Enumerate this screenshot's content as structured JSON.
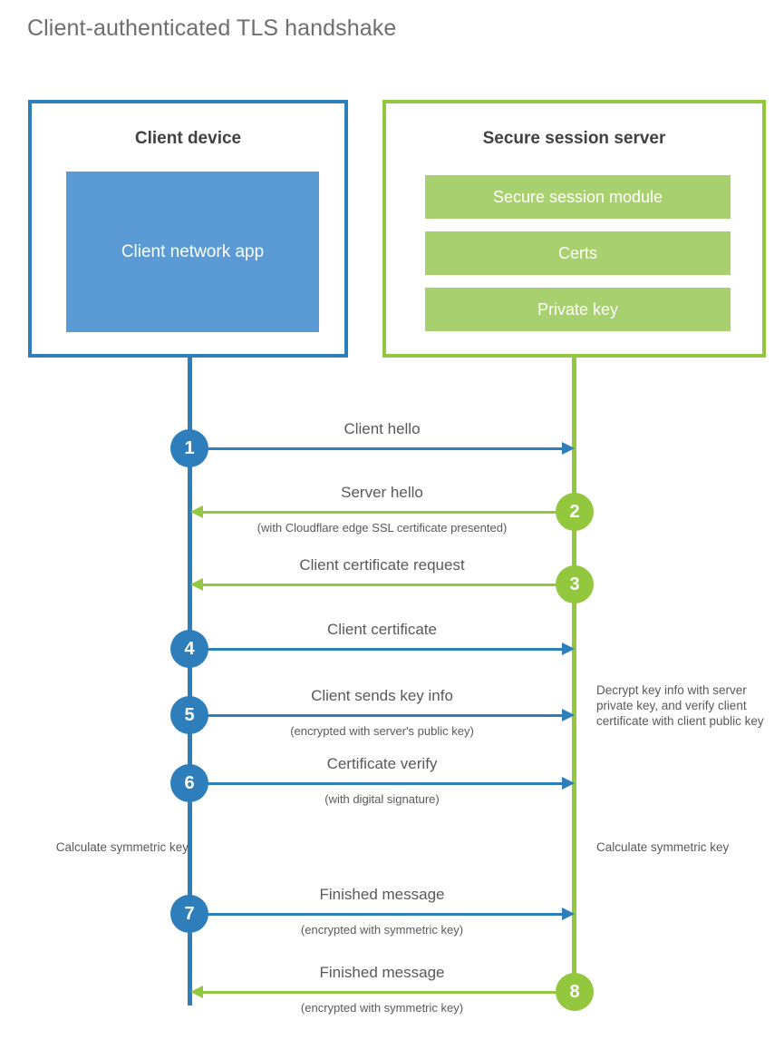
{
  "title": "Client-authenticated TLS handshake",
  "colors": {
    "client_blue": "#2e7ebb",
    "client_app_fill": "#5b9bd5",
    "server_green": "#93c83e",
    "server_bar_fill": "#a9d06f",
    "text_gray": "#58595b",
    "heading_gray": "#6d6e71",
    "panel_title": "#414042",
    "background": "#ffffff"
  },
  "client_panel": {
    "title": "Client device",
    "app_label": "Client network app"
  },
  "server_panel": {
    "title": "Secure session server",
    "components": [
      "Secure session module",
      "Certs",
      "Private key"
    ]
  },
  "notes": {
    "server_decrypt": "Decrypt key info with server private key, and verify client certificate with client public key",
    "client_calculate": "Calculate symmetric key",
    "server_calculate": "Calculate symmetric key"
  },
  "steps": [
    {
      "number": "1",
      "direction": "client-to-server",
      "origin": "client",
      "label": "Client hello",
      "sublabel": ""
    },
    {
      "number": "2",
      "direction": "server-to-client",
      "origin": "server",
      "label": "Server hello",
      "sublabel": "(with Cloudflare edge SSL certificate presented)"
    },
    {
      "number": "3",
      "direction": "server-to-client",
      "origin": "server",
      "label": "Client certificate request",
      "sublabel": ""
    },
    {
      "number": "4",
      "direction": "client-to-server",
      "origin": "client",
      "label": "Client certificate",
      "sublabel": ""
    },
    {
      "number": "5",
      "direction": "client-to-server",
      "origin": "client",
      "label": "Client sends key info",
      "sublabel": "(encrypted with server's public key)"
    },
    {
      "number": "6",
      "direction": "client-to-server",
      "origin": "client",
      "label": "Certificate verify",
      "sublabel": "(with digital signature)"
    },
    {
      "number": "7",
      "direction": "client-to-server",
      "origin": "client",
      "label": "Finished message",
      "sublabel": "(encrypted with symmetric key)"
    },
    {
      "number": "8",
      "direction": "server-to-client",
      "origin": "server",
      "label": "Finished message",
      "sublabel": "(encrypted with symmetric key)"
    }
  ]
}
